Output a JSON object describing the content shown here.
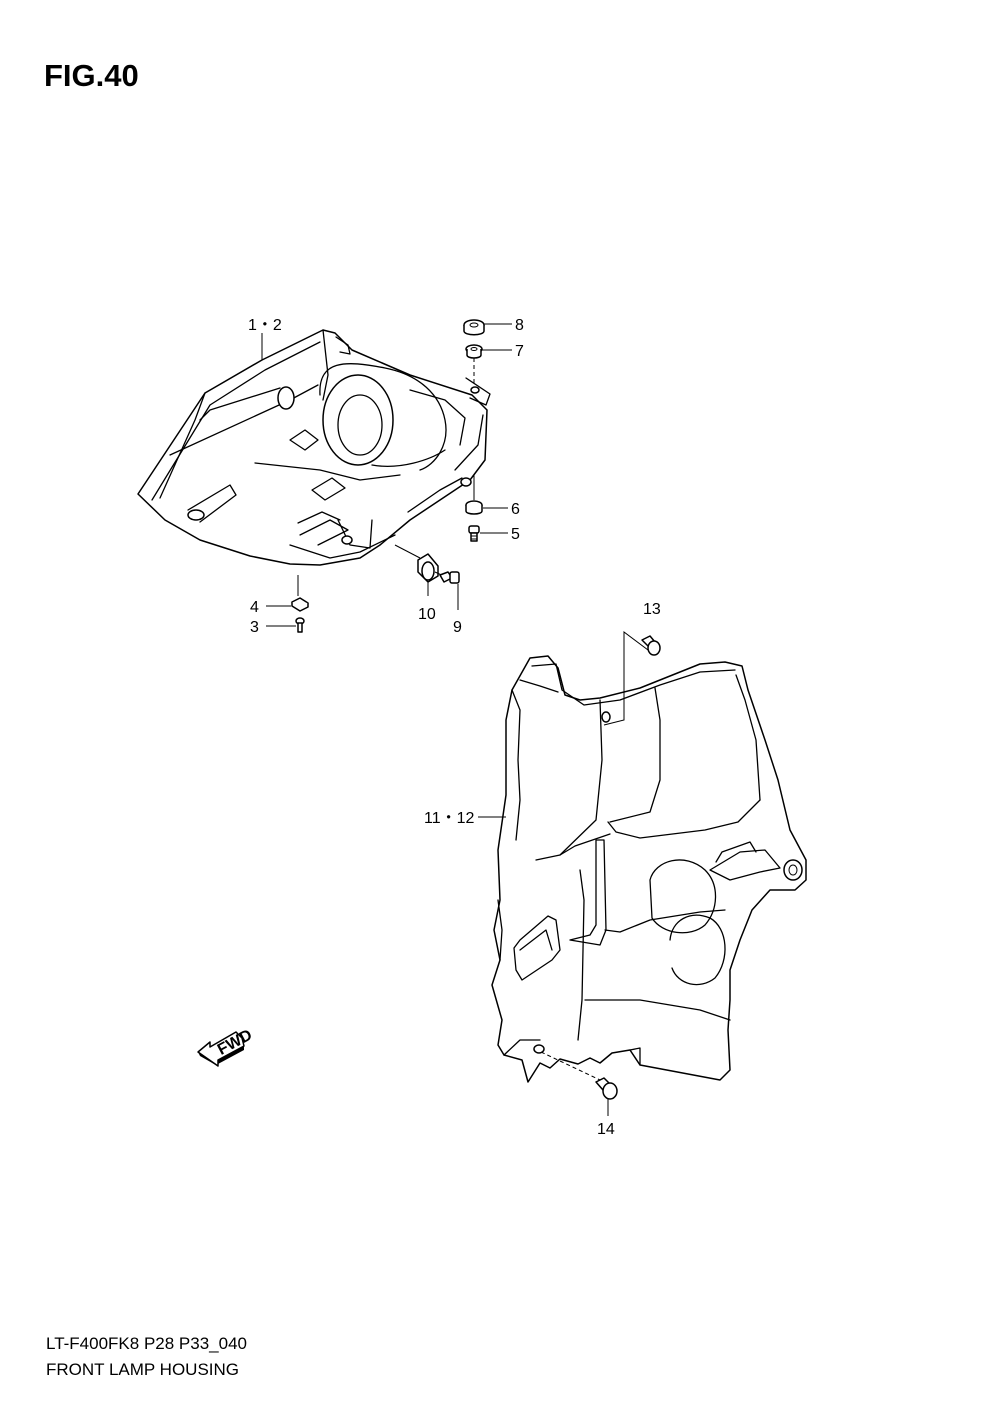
{
  "figure": {
    "title": "FIG.40"
  },
  "callouts": [
    {
      "id": "c1-2",
      "label": "1・2"
    },
    {
      "id": "c3",
      "label": "3"
    },
    {
      "id": "c4",
      "label": "4"
    },
    {
      "id": "c5",
      "label": "5"
    },
    {
      "id": "c6",
      "label": "6"
    },
    {
      "id": "c7",
      "label": "7"
    },
    {
      "id": "c8",
      "label": "8"
    },
    {
      "id": "c9",
      "label": "9"
    },
    {
      "id": "c10",
      "label": "10"
    },
    {
      "id": "c11-12",
      "label": "11・12"
    },
    {
      "id": "c13",
      "label": "13"
    },
    {
      "id": "c14",
      "label": "14"
    }
  ],
  "fwd_arrow": {
    "label": "FWD"
  },
  "footer": {
    "code": "LT-F400FK8 P28 P33_040",
    "name": "FRONT LAMP HOUSING"
  }
}
